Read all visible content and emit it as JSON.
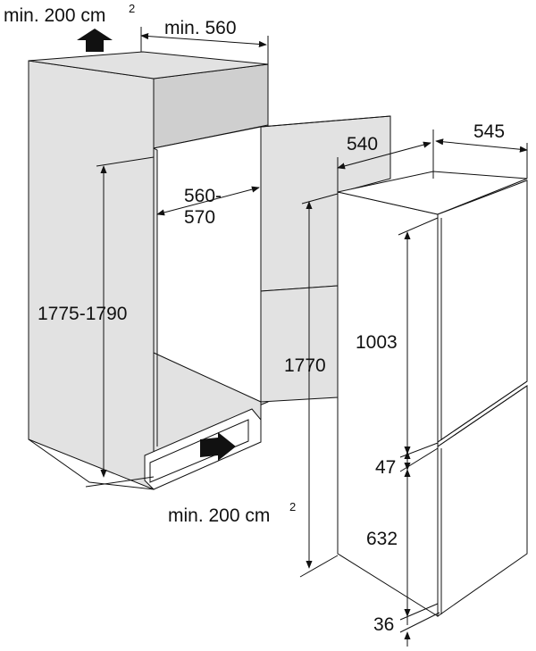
{
  "labels": {
    "vent_top_value": "min. 200 cm",
    "vent_top_sup": "2",
    "vent_bottom_value": "min. 200 cm",
    "vent_bottom_sup": "2",
    "niche_width": "min. 560",
    "niche_height": "1775-1790",
    "niche_depth_line1": "560-",
    "niche_depth_line2": "570",
    "appliance_height": "1770",
    "appliance_depth": "540",
    "appliance_depth_door": "545",
    "fridge_door_height": "1003",
    "gap_between_doors": "47",
    "freezer_door_height": "632",
    "bottom_offset": "36"
  }
}
